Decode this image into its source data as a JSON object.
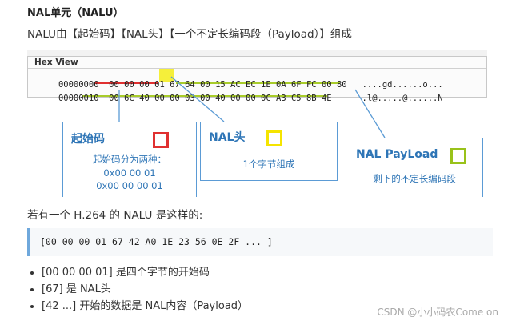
{
  "heading": "NAL单元（NALU）",
  "intro": "NALU由【起始码】【NAL头】【一个不定长编码段（Payload）】组成",
  "figure": {
    "hex_view_title": "Hex View",
    "row0_offset": "00000000",
    "row0_bytes": [
      "00",
      "00",
      "00",
      "01",
      "67",
      "64",
      "00",
      "15",
      "AC",
      "EC",
      "1E",
      "0A",
      "6F",
      "FC",
      "00",
      "80"
    ],
    "row0_ascii": "....gd......o...",
    "row1_offset": "00000010",
    "row1_bytes": [
      "00",
      "6C",
      "40",
      "00",
      "00",
      "03",
      "00",
      "40",
      "00",
      "00",
      "0C",
      "A3",
      "C5",
      "8B",
      "4E"
    ],
    "row1_ascii": ".l@.....@......N",
    "callouts": [
      {
        "title": "起始码",
        "desc_lines": [
          "起始码分为两种：",
          "0x00 00 01",
          "0x00 00 00 01"
        ],
        "color": "#e03030"
      },
      {
        "title": "NAL头",
        "desc_lines": [
          "1个字节组成"
        ],
        "color": "#f5e400"
      },
      {
        "title": "NAL PayLoad",
        "desc_lines": [
          "剩下的不定长编码段"
        ],
        "color": "#99c21a"
      }
    ]
  },
  "paragraph": "若有一个 H.264 的 NALU 是这样的:",
  "code": "[00 00 00 01 67 42 A0 1E 23 56 0E 2F ... ]",
  "bullets": [
    "[00 00 00 01] 是四个字节的开始码",
    "[67] 是 NAL头",
    "[42 ...] 开始的数据是 NAL内容（Payload）"
  ],
  "watermark": "CSDN @小小码农Come on"
}
